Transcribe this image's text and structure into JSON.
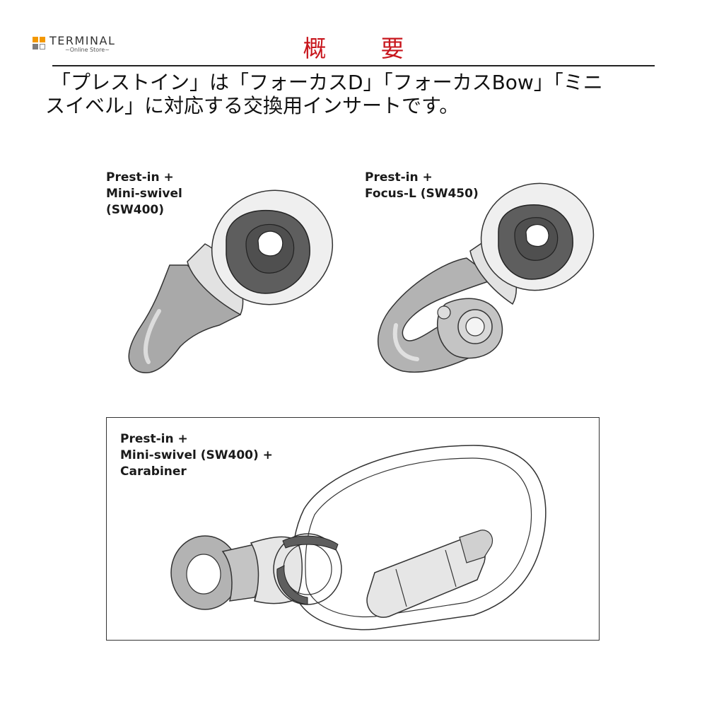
{
  "logo": {
    "name": "TERMINAL",
    "tagline": "~Online Store~"
  },
  "header": {
    "title": "概　要"
  },
  "description": {
    "line1": "「プレストイン」は「フォーカスD」「フォーカスBow」「ミニ",
    "line2": "スイベル」に対応する交換用インサートです。"
  },
  "figures": [
    {
      "label_lines": [
        "Prest-in +",
        "Mini-swivel",
        "(SW400)"
      ]
    },
    {
      "label_lines": [
        "Prest-in +",
        "Focus-L (SW450)"
      ]
    },
    {
      "label_lines": [
        "Prest-in +",
        "Mini-swivel (SW400) +",
        "Carabiner"
      ]
    }
  ],
  "colors": {
    "title_red": "#c8161d",
    "logo_orange": "#f39800",
    "logo_gray": "#7d7d7d",
    "insert_dark": "#5e5e5e",
    "body_gray": "#a9a9a9",
    "light_gray": "#dcdcdc",
    "line": "#333333"
  }
}
